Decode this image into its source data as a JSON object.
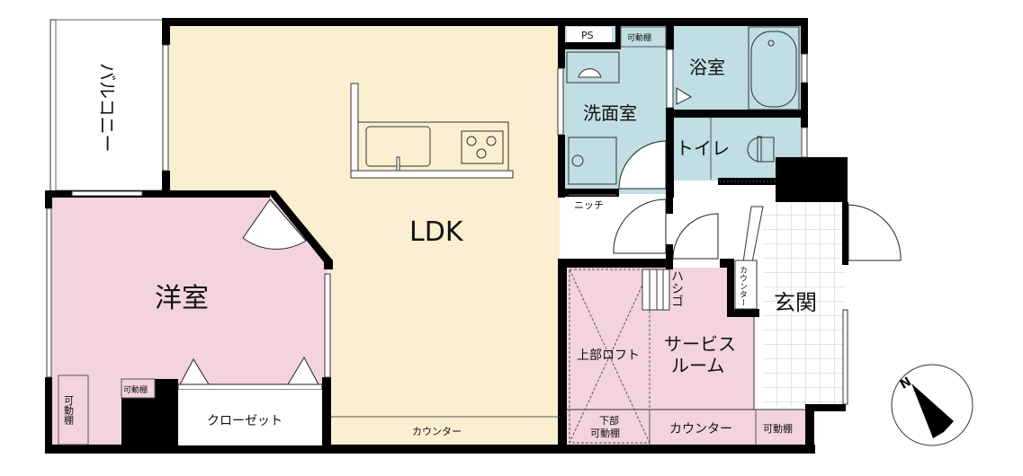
{
  "rooms": {
    "balcony": "バルコニー",
    "western_room": "洋室",
    "ldk": "LDK",
    "washroom": "洗面室",
    "bathroom": "浴室",
    "toilet": "トイレ",
    "entrance": "玄関",
    "service_room_line1": "サービス",
    "service_room_line2": "ルーム",
    "closet": "クローゼット"
  },
  "labels": {
    "ps": "PS",
    "shelf_wash": "可動棚",
    "shelf_small": "可動棚",
    "shelf_left": "可動棚",
    "shelf_service": "可動棚",
    "niche": "ニッチ",
    "counter_ldk": "カウンター",
    "counter_service": "カウンター",
    "counter_entrance": "カウンター",
    "ladder": "ハシゴ",
    "loft": "上部ロフト",
    "lower_shelf_line1": "下部",
    "lower_shelf_line2": "可動棚",
    "compass_north": "N"
  },
  "colors": {
    "ldk": "#fbefd1",
    "pink": "#f3d3e0",
    "blue": "#c0dee4",
    "tile_grid": "#c8c8c8"
  }
}
